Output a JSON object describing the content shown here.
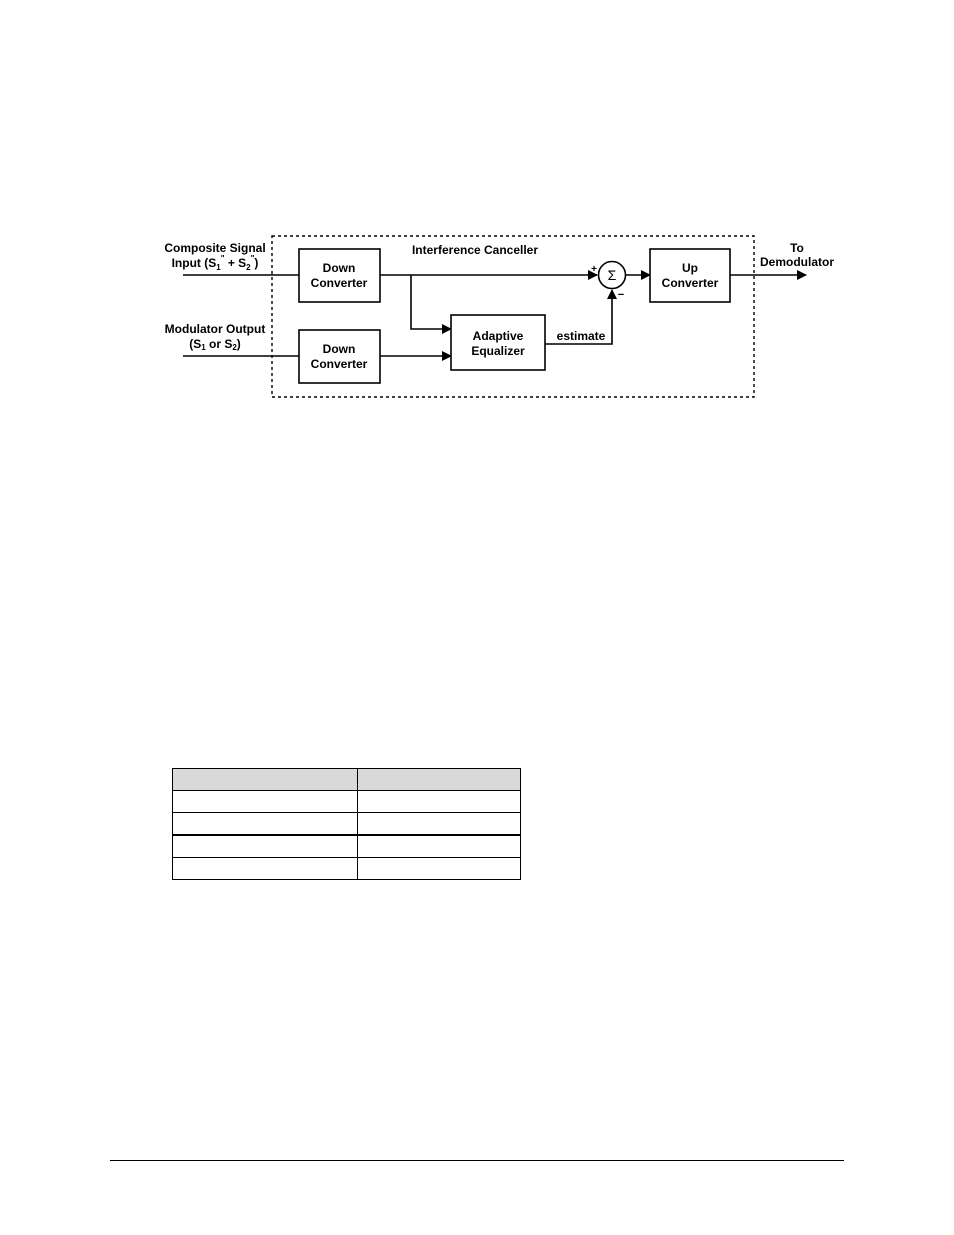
{
  "diagram": {
    "container_title": "Interference Canceller",
    "inputs": {
      "composite": {
        "line1": "Composite Signal",
        "line2_prefix": "Input (S",
        "s1_sub": "1",
        "s1_sup": "\"",
        "plus": " + S",
        "s2_sub": "2",
        "s2_sup": "\"",
        "close": ")"
      },
      "modulator": {
        "line1": "Modulator Output",
        "line2_prefix": "(S",
        "s1_sub": "1",
        "mid": " or S",
        "s2_sub": "2",
        "close": ")"
      }
    },
    "blocks": {
      "down_converter_top": [
        "Down",
        "Converter"
      ],
      "down_converter_bottom": [
        "Down",
        "Converter"
      ],
      "adaptive_equalizer": [
        "Adaptive",
        "Equalizer"
      ],
      "up_converter": [
        "Up",
        "Converter"
      ]
    },
    "summer": {
      "symbol": "Σ",
      "plus": "+",
      "minus": "−"
    },
    "estimate_label": "estimate",
    "output": [
      "To",
      "Demodulator"
    ]
  },
  "table": {
    "header": [
      "",
      ""
    ],
    "rows": [
      [
        "",
        ""
      ],
      [
        "",
        ""
      ],
      [
        "",
        ""
      ],
      [
        "",
        ""
      ]
    ]
  }
}
